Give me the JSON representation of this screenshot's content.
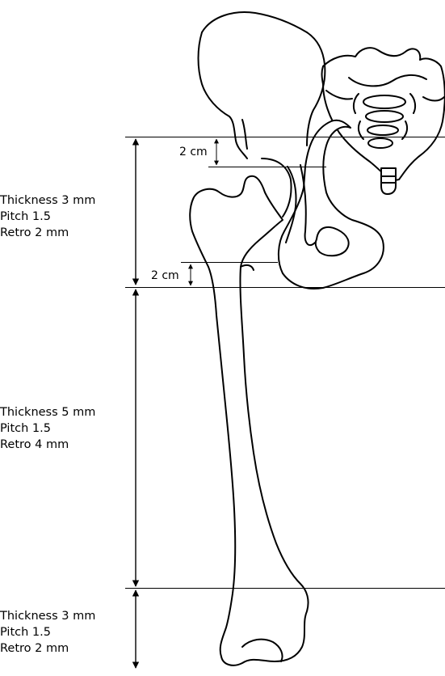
{
  "colors": {
    "ink": "#000000",
    "background": "#ffffff"
  },
  "zones": [
    {
      "thickness": "Thickness  3 mm",
      "pitch": "Pitch  1.5",
      "retro": "Retro  2 mm"
    },
    {
      "thickness": "Thickness  5 mm",
      "pitch": "Pitch  1.5",
      "retro": "Retro  4 mm"
    },
    {
      "thickness": "Thickness  3 mm",
      "pitch": "Pitch  1.5",
      "retro": "Retro  2 mm"
    }
  ],
  "margins": [
    {
      "label": "2 cm"
    },
    {
      "label": "2 cm"
    }
  ]
}
